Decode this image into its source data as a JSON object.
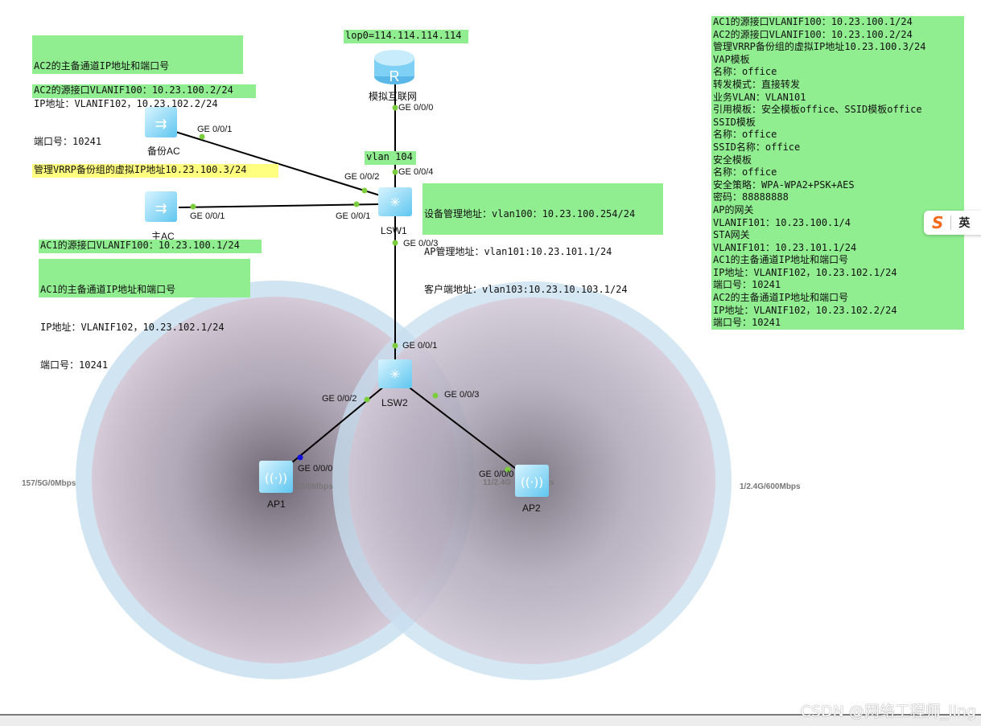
{
  "devices": {
    "router": "模拟互联网",
    "backup_ac": "备份AC",
    "main_ac": "主AC",
    "lsw1": "LSW1",
    "lsw2": "LSW2",
    "ap1": "AP1",
    "ap2": "AP2"
  },
  "ports": {
    "router_ge000": "GE 0/0/0",
    "lsw1_ge004": "GE 0/0/4",
    "lsw1_ge002": "GE 0/0/2",
    "lsw1_ge001": "GE 0/0/1",
    "lsw1_ge003": "GE 0/0/3",
    "backup_ac_ge001": "GE 0/0/1",
    "main_ac_ge001": "GE 0/0/1",
    "lsw2_ge001": "GE 0/0/1",
    "lsw2_ge002": "GE 0/0/2",
    "lsw2_ge003": "GE 0/0/3",
    "ap1_ge000": "GE 0/0/0",
    "ap2_ge000": "GE 0/0/0"
  },
  "rates": {
    "ap1_outer": "157/5G/0Mbps",
    "ap1_inner": "5G/0Mbps",
    "ap2_inner": "11/2.4G",
    "ap2_inner_tail": "s",
    "ap2_outer": "1/2.4G/600Mbps"
  },
  "notes": {
    "ac2_main": [
      "AC2的主备通道IP地址和端口号",
      "IP地址：VLANIF102，10.23.102.2/24",
      "端口号：10241"
    ],
    "ac2_source": "AC2的源接口VLANIF100：10.23.100.2/24",
    "vrrp": "管理VRRP备份组的虚拟IP地址10.23.100.3/24",
    "ac1_source": "AC1的源接口VLANIF100：10.23.100.1/24",
    "ac1_main": [
      "AC1的主备通道IP地址和端口号",
      "IP地址：VLANIF102，10.23.102.1/24",
      "端口号：10241"
    ],
    "lop0": "lop0=114.114.114.114",
    "vlan104": "vlan 104",
    "lsw1_info": [
      "设备管理地址：vlan100：10.23.100.254/24",
      "AP管理地址：vlan101:10.23.101.1/24",
      "客户端地址：vlan103:10.23.10.103.1/24"
    ],
    "summary": [
      "AC1的源接口VLANIF100：10.23.100.1/24",
      "AC2的源接口VLANIF100：10.23.100.2/24",
      "管理VRRP备份组的虚拟IP地址10.23.100.3/24",
      "VAP模板",
      "名称：office",
      "转发模式：直接转发",
      "业务VLAN：VLAN101",
      "引用模板：安全模板office、SSID模板office",
      "SSID模板",
      "名称：office",
      "SSID名称：office",
      "安全模板",
      "名称：office",
      "安全策略：WPA-WPA2+PSK+AES",
      "密码：88888888",
      "AP的网关",
      "VLANIF101：10.23.100.1/4",
      "STA网关",
      "VLANIF101：10.23.101.1/24",
      "AC1的主备通道IP地址和端口号",
      "IP地址：VLANIF102，10.23.102.1/24",
      "端口号：10241",
      "AC2的主备通道IP地址和端口号",
      "IP地址：VLANIF102，10.23.102.2/24",
      "端口号：10241"
    ]
  },
  "ime": {
    "logo": "S",
    "mode": "英"
  },
  "watermark": "CSDN @网络工程师_ling",
  "colors": {
    "note_bg": "#90ee90",
    "highlight_bg": "#ffff80",
    "port_up": "#7ccd3c",
    "port_ap1": "#1010e0",
    "coverage_ring": "#c8dff0"
  }
}
